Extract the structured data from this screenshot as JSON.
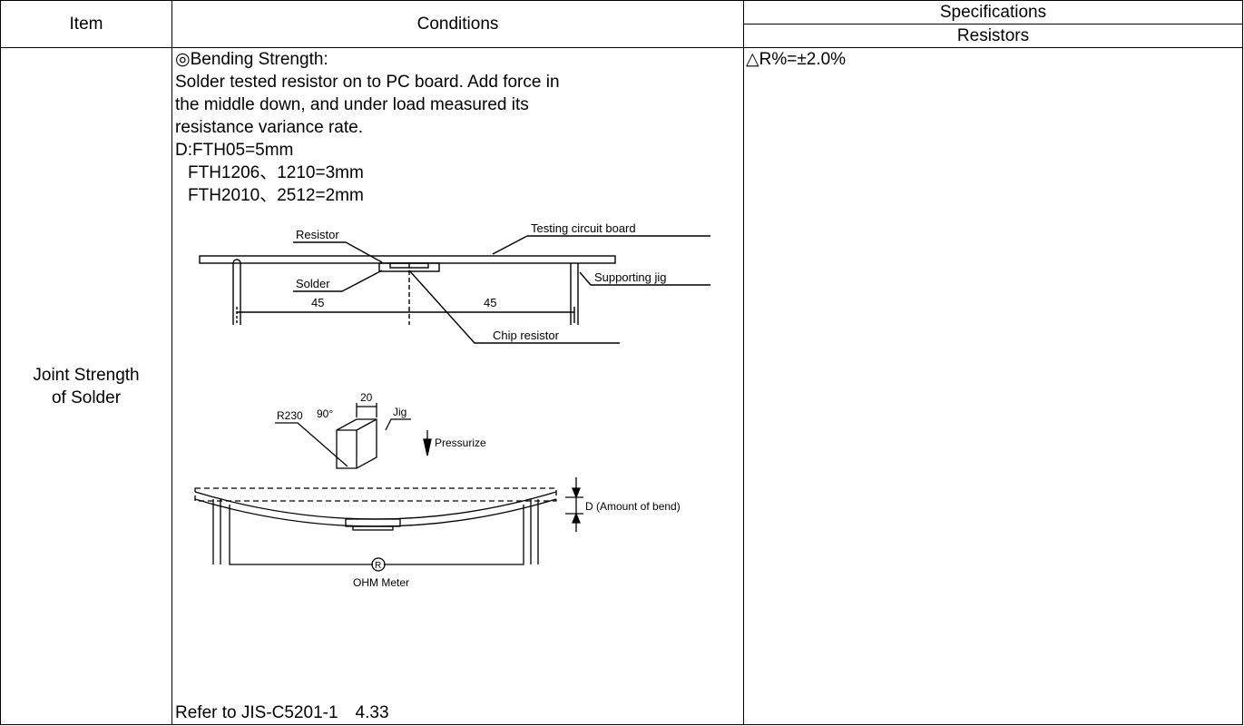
{
  "header": {
    "item": "Item",
    "conditions": "Conditions",
    "specifications": "Specifications",
    "resistors": "Resistors"
  },
  "row": {
    "item": [
      "Joint Strength",
      "of Solder"
    ],
    "conditions": {
      "heading": "◎Bending Strength:",
      "text_lines": [
        "Solder tested resistor on to PC board. Add force in",
        "the middle down, and under load measured its",
        "resistance variance rate."
      ],
      "d_line": "D:FTH05=5mm",
      "d_sub": [
        "FTH1206、1210=3mm",
        "FTH2010、2512=2mm"
      ],
      "reference": "Refer to JIS-C5201-1　4.33"
    },
    "specification": "△R%=±2.0%"
  },
  "diagram1": {
    "resistor": "Resistor",
    "testing_board": "Testing circuit board",
    "solder": "Solder",
    "supporting_jig": "Supporting jig",
    "dim_left": "45",
    "dim_right": "45",
    "chip_resistor": "Chip resistor"
  },
  "diagram2": {
    "dim_20": "20",
    "angle": "90°",
    "radius": "R230",
    "jig": "Jig",
    "pressurize": "Pressurize",
    "amount_of_bend": "D (Amount of bend)",
    "meter_symbol": "R",
    "ohm_meter": "OHM Meter"
  }
}
